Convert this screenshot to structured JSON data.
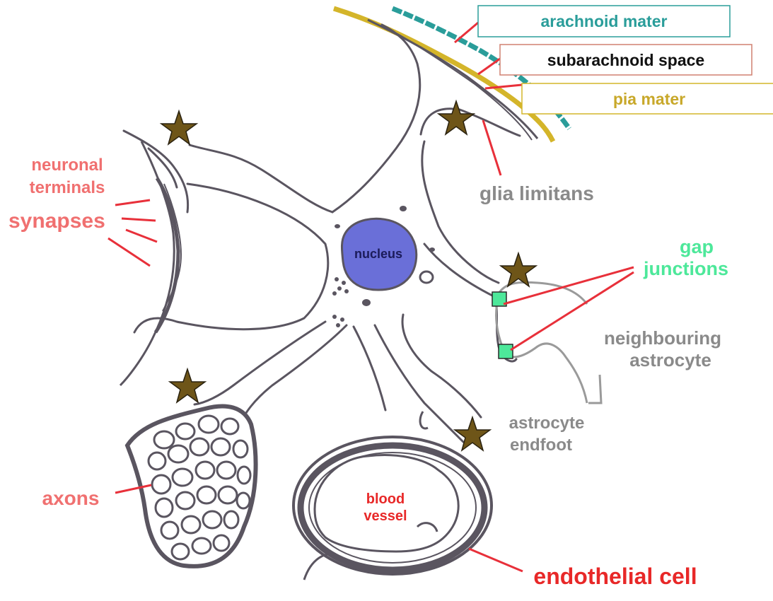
{
  "labels": {
    "arachnoid_mater": "arachnoid mater",
    "subarachnoid_space": "subarachnoid space",
    "pia_mater": "pia mater",
    "glia_limitans": "glia limitans",
    "neuronal_terminals_line1": "neuronal",
    "neuronal_terminals_line2": "terminals",
    "synapses": "synapses",
    "nucleus": "nucleus",
    "gap_junctions_line1": "gap",
    "gap_junctions_line2": "junctions",
    "neighbouring_line1": "neighbouring",
    "neighbouring_line2": "astrocyte",
    "endfoot_line1": "astrocyte",
    "endfoot_line2": "endfoot",
    "axons": "axons",
    "blood_vessel_line1": "blood",
    "blood_vessel_line2": "vessel",
    "endothelial_cell": "endothelial cell"
  },
  "colors": {
    "arachnoid": "#2a9d9a",
    "pia": "#d4b52a",
    "cell_outline": "#5a5560",
    "label_red": "#f07070",
    "label_gray": "#8a8a8a",
    "leader_red": "#e8303a",
    "gap_green": "#4de89a",
    "nucleus_fill": "#6a6fd8",
    "star_fill": "#6e5518",
    "endothelial_red": "#e82828"
  }
}
